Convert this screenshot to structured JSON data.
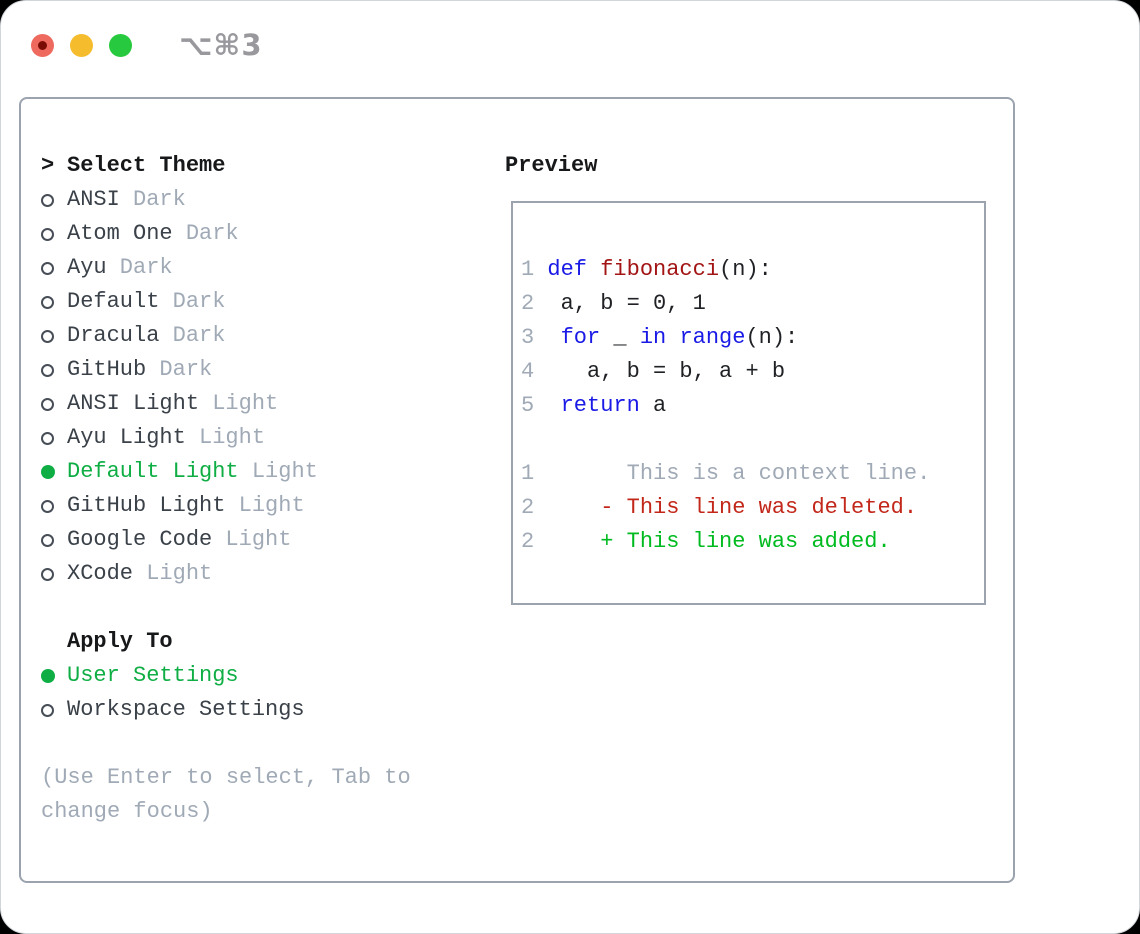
{
  "window": {
    "title": "⌥⌘3"
  },
  "traffic_lights": {
    "close_color": "#ee6a5f",
    "close_dot_color": "#7a0c06",
    "minimize_color": "#f5bd2e",
    "zoom_color": "#27c93f"
  },
  "colors": {
    "selection_green": "#0fae45",
    "diff_add_green": "#00bb20",
    "diff_del_red": "#c2271a",
    "keyword_blue": "#1a1ae6",
    "function_red": "#a31515",
    "dim_gray": "#a0aab6",
    "text_gray": "#3a4149",
    "frame_border": "#9aa3ae"
  },
  "theme_panel": {
    "header": {
      "caret": ">",
      "title": "Select Theme"
    },
    "themes": [
      {
        "name": "ANSI",
        "tag": "Dark",
        "selected": false
      },
      {
        "name": "Atom One",
        "tag": "Dark",
        "selected": false
      },
      {
        "name": "Ayu",
        "tag": "Dark",
        "selected": false
      },
      {
        "name": "Default",
        "tag": "Dark",
        "selected": false
      },
      {
        "name": "Dracula",
        "tag": "Dark",
        "selected": false
      },
      {
        "name": "GitHub",
        "tag": "Dark",
        "selected": false
      },
      {
        "name": "ANSI Light",
        "tag": "Light",
        "selected": false
      },
      {
        "name": "Ayu Light",
        "tag": "Light",
        "selected": false
      },
      {
        "name": "Default Light",
        "tag": "Light",
        "selected": true
      },
      {
        "name": "GitHub Light",
        "tag": "Light",
        "selected": false
      },
      {
        "name": "Google Code",
        "tag": "Light",
        "selected": false
      },
      {
        "name": "XCode",
        "tag": "Light",
        "selected": false
      }
    ],
    "apply": {
      "title": "Apply To",
      "options": [
        {
          "name": "User Settings",
          "selected": true
        },
        {
          "name": "Workspace Settings",
          "selected": false
        }
      ]
    },
    "hint_lines": [
      "(Use Enter to select, Tab to",
      "change focus)"
    ]
  },
  "preview_panel": {
    "title": "Preview",
    "lines": [
      {
        "tokens": [
          {
            "t": "1 ",
            "c": "num"
          },
          {
            "t": "def",
            "c": "kw"
          },
          {
            "t": " ",
            "c": "code"
          },
          {
            "t": "fibonacci",
            "c": "fn"
          },
          {
            "t": "(n):",
            "c": "code"
          }
        ]
      },
      {
        "tokens": [
          {
            "t": "2",
            "c": "num"
          },
          {
            "t": "  a, b = 0, 1",
            "c": "code"
          }
        ]
      },
      {
        "tokens": [
          {
            "t": "3",
            "c": "num"
          },
          {
            "t": "  ",
            "c": "code"
          },
          {
            "t": "for",
            "c": "kw"
          },
          {
            "t": " _ ",
            "c": "code"
          },
          {
            "t": "in",
            "c": "kw"
          },
          {
            "t": " ",
            "c": "code"
          },
          {
            "t": "range",
            "c": "kw"
          },
          {
            "t": "(n):",
            "c": "code"
          }
        ]
      },
      {
        "tokens": [
          {
            "t": "4",
            "c": "num"
          },
          {
            "t": "    a, b = b, a + b",
            "c": "code"
          }
        ]
      },
      {
        "tokens": [
          {
            "t": "5",
            "c": "num"
          },
          {
            "t": "  ",
            "c": "code"
          },
          {
            "t": "return",
            "c": "kw"
          },
          {
            "t": " a",
            "c": "code"
          }
        ]
      },
      {
        "tokens": []
      },
      {
        "tokens": [
          {
            "t": "1",
            "c": "num"
          },
          {
            "t": "       This is a context line.",
            "c": "dim"
          }
        ]
      },
      {
        "tokens": [
          {
            "t": "2",
            "c": "num"
          },
          {
            "t": "     ",
            "c": "code"
          },
          {
            "t": "- This line was deleted.",
            "c": "del"
          }
        ]
      },
      {
        "tokens": [
          {
            "t": "2",
            "c": "num"
          },
          {
            "t": "     ",
            "c": "code"
          },
          {
            "t": "+ This line was added.",
            "c": "add"
          }
        ]
      }
    ]
  }
}
